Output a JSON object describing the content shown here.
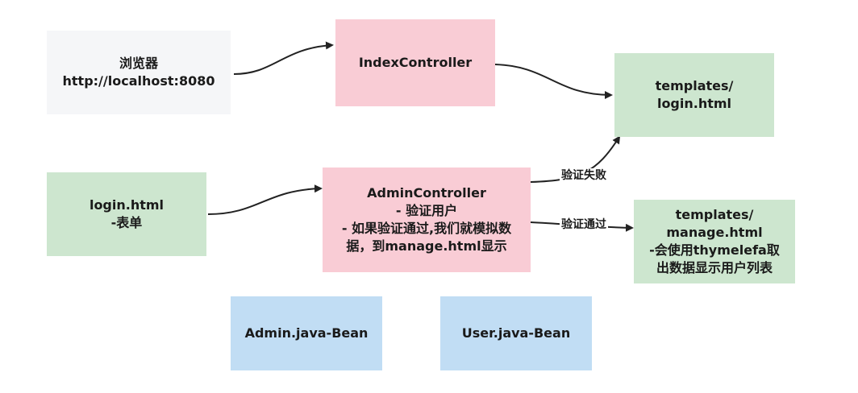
{
  "nodes": {
    "browser": {
      "lines": [
        "浏览器",
        "http://localhost:8080"
      ]
    },
    "index_controller": {
      "lines": [
        "IndexController"
      ]
    },
    "templates_login": {
      "lines": [
        "templates/",
        "login.html"
      ]
    },
    "login_form": {
      "lines": [
        "login.html",
        "-表单"
      ]
    },
    "admin_controller": {
      "lines": [
        "AdminController",
        "- 验证用户",
        "- 如果验证通过,我们就模拟数",
        "据，到manage.html显示"
      ]
    },
    "templates_manage": {
      "lines": [
        "templates/",
        "manage.html",
        "-会使用thymelefa取",
        "出数据显示用户列表"
      ]
    },
    "admin_bean": {
      "lines": [
        "Admin.java-Bean"
      ]
    },
    "user_bean": {
      "lines": [
        "User.java-Bean"
      ]
    }
  },
  "edges": {
    "fail_label": "验证失败",
    "pass_label": "验证通过"
  },
  "colors": {
    "browser_bg": "#f5f6f8",
    "controller_bg": "#f9ccd5",
    "template_bg": "#cde6cf",
    "bean_bg": "#c1ddf4",
    "arrow": "#222222"
  }
}
